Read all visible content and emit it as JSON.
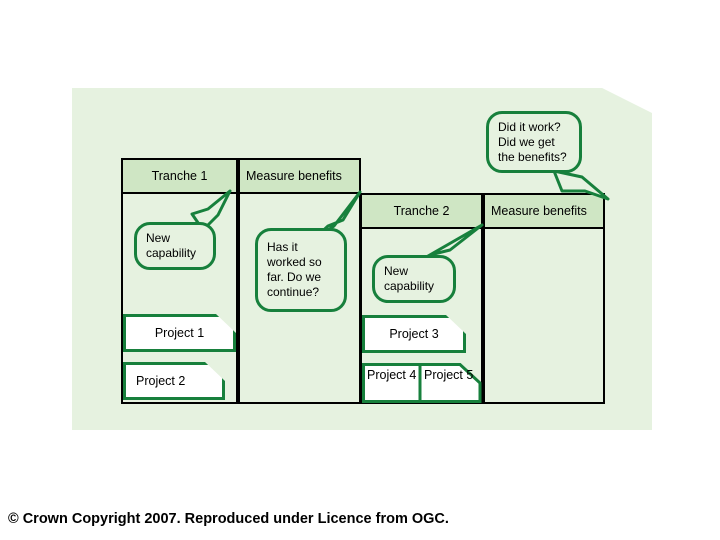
{
  "page": {
    "background_color": "#ffffff",
    "panel_color": "#e6f2e0",
    "header_color": "#cfe6c4",
    "accent_green": "#17803c",
    "outline_black": "#000000"
  },
  "footer": {
    "copyright": "© Crown Copyright 2007. Reproduced under Licence from OGC."
  },
  "tranches": [
    {
      "id": "tranche-1",
      "header_label": "Tranche 1",
      "measure_label": "Measure benefits",
      "capability_bubble": "New capability",
      "review_bubble": "Has it worked so far. Do we continue?",
      "projects": [
        "Project 1",
        "Project 2"
      ]
    },
    {
      "id": "tranche-2",
      "header_label": "Tranche 2",
      "measure_label": "Measure benefits",
      "capability_bubble": "New capability",
      "projects": [
        "Project 3",
        "Project 4",
        "Project 5"
      ]
    }
  ],
  "outcome_bubble": {
    "line1": "Did it work?",
    "line2": "Did we get",
    "line3": "the benefits?"
  }
}
